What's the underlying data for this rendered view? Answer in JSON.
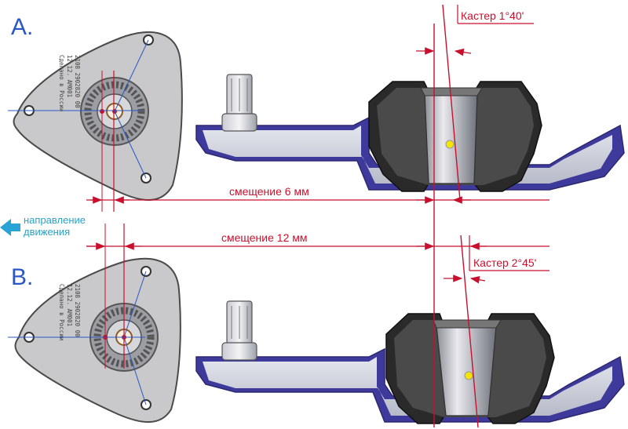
{
  "sections": {
    "a": {
      "letter": "A.",
      "caster_label": "Кастер 1°40'",
      "offset_label": "смещение 6 мм"
    },
    "b": {
      "letter": "B.",
      "caster_label": "Кастер 2°45'",
      "offset_label": "смещение 12 мм"
    }
  },
  "direction": {
    "line1": "направление",
    "line2": "движения"
  },
  "mount_stamp": [
    "2108 2902820 00",
    "12.12. АМ001",
    "Сделано в России"
  ],
  "colors": {
    "red": "#c8102e",
    "blue_text": "#2a57c6",
    "direction_arrow": "#29a3d6",
    "mount_fill": "#c9c9cb",
    "wing_fill": "#3e3a9c",
    "rubber": "#2a2a2a"
  }
}
